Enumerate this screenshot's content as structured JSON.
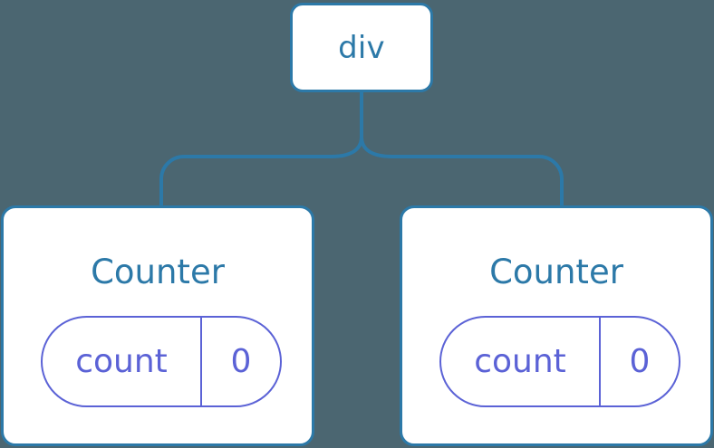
{
  "diagram": {
    "type": "component-tree",
    "background_color": "#4b6671",
    "node_border_color": "#2c79a8",
    "node_label_color": "#2c79a8",
    "state_color": "#5b62d6",
    "connector_color": "#2c79a8"
  },
  "root": {
    "label": "div"
  },
  "children": [
    {
      "label": "Counter",
      "state": {
        "key": "count",
        "value": "0"
      }
    },
    {
      "label": "Counter",
      "state": {
        "key": "count",
        "value": "0"
      }
    }
  ]
}
